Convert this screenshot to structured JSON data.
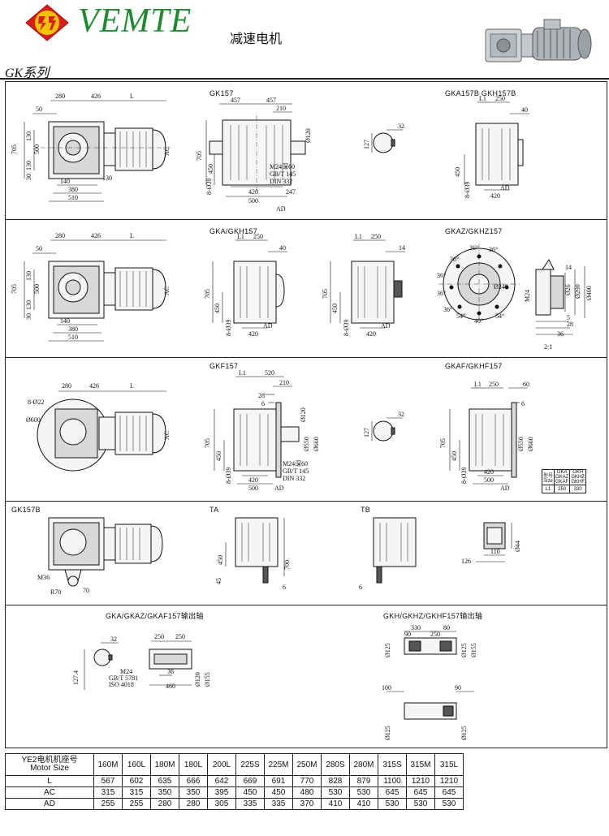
{
  "header": {
    "brand": "VEMTE",
    "product_type": "减速电机",
    "series_label": "GK系列",
    "logo_icon": "vemte-logo-icon",
    "brand_color": "#1d8a2f",
    "logo_red": "#d7201b",
    "logo_yellow": "#f3c300"
  },
  "views": {
    "gk157_main": {
      "dims": [
        "280",
        "426",
        "L",
        "50",
        "705",
        "130",
        "500",
        "130",
        "30",
        "140",
        "380",
        "510",
        "130",
        "AC"
      ]
    },
    "gk157": {
      "title": "GK157",
      "dims": [
        "457",
        "457",
        "210",
        "Ø120",
        "705",
        "450",
        "8-Ø39",
        "M24深60",
        "GB/T 145",
        "DIN 332",
        "420",
        "500",
        "247",
        "AD"
      ]
    },
    "gk157_key": {
      "dims": [
        "32",
        "127"
      ]
    },
    "gka157b": {
      "title": "GKA157B  GKH157B",
      "dims": [
        "L1",
        "250",
        "40",
        "450",
        "8-Ø39",
        "420",
        "AD"
      ]
    },
    "gka_main": {
      "dims": [
        "280",
        "426",
        "L",
        "50",
        "705",
        "130",
        "500",
        "130",
        "30",
        "140",
        "380",
        "510",
        "AC"
      ]
    },
    "gka_gkh157": {
      "title": "GKA/GKH157",
      "dims": [
        "L1",
        "250",
        "40",
        "705",
        "450",
        "8-Ø39",
        "420",
        "AD"
      ]
    },
    "gka_mid": {
      "dims": [
        "L1",
        "250",
        "14",
        "705",
        "450",
        "8-Ø39",
        "420",
        "AD"
      ]
    },
    "gkaz_gkhz157": {
      "title": "GKAZ/GKHZ157",
      "dims": [
        "36°",
        "36°",
        "36°",
        "36°",
        "36°",
        "36°",
        "54°",
        "54°",
        "40°",
        "Ø340",
        "M24",
        "14",
        "Ø26",
        "Ø290",
        "Ø400",
        "5",
        "28",
        "36",
        "2:1"
      ]
    },
    "gkf_main": {
      "dims": [
        "280",
        "426",
        "L",
        "8-Ø22",
        "Ø600",
        "AC"
      ]
    },
    "gkf157": {
      "title": "GKF157",
      "dims": [
        "L1",
        "520",
        "28",
        "6",
        "210",
        "Ø120",
        "Ø550",
        "Ø660",
        "705",
        "450",
        "8-Ø39",
        "M24深60",
        "GB/T 145",
        "DIN 332",
        "420",
        "500",
        "AD"
      ]
    },
    "gkf_key": {
      "dims": [
        "32",
        "127"
      ]
    },
    "gkaf_gkhf157": {
      "title": "GKAF/GKHF157",
      "dims": [
        "L1",
        "250",
        "60",
        "6",
        "Ø550",
        "Ø660",
        "705",
        "450",
        "8-Ø39",
        "420",
        "500",
        "AD"
      ]
    },
    "gk157b": {
      "title": "GK157B",
      "dims": [
        "M36",
        "R70",
        "70"
      ]
    },
    "ta": {
      "title": "TA",
      "dims": [
        "450",
        "700",
        "45",
        "6"
      ]
    },
    "tb": {
      "title": "TB",
      "dims": [
        "6"
      ]
    },
    "tb_detail": {
      "dims": [
        "110",
        "126",
        "Ø44"
      ]
    },
    "shaft_hollow": {
      "title": "GKA/GKAZ/GKAF157输出轴",
      "dims": [
        "32",
        "127.4",
        "250",
        "250",
        "M24",
        "GB/T 5781",
        "ISO 4018",
        "36",
        "460",
        "Ø120",
        "Ø155"
      ]
    },
    "shaft_solid": {
      "title": "GKH/GKHZ/GKHF157输出轴",
      "dims": [
        "330",
        "250",
        "80",
        "90",
        "Ø125",
        "Ø125",
        "Ø155",
        "100",
        "90",
        "Ø125",
        "Ø125"
      ]
    }
  },
  "l1_note": {
    "rows": [
      [
        "型号\nSize",
        "GKA\nGKAZ\nGKAF",
        "GKH\nGKHZ\nGKHF"
      ],
      [
        "L1",
        "250",
        "330"
      ]
    ]
  },
  "motor_table": {
    "header": "YE2电机机座号\nMotor Size",
    "sizes": [
      "160M",
      "160L",
      "180M",
      "180L",
      "200L",
      "225S",
      "225M",
      "250M",
      "280S",
      "280M",
      "315S",
      "315M",
      "315L"
    ],
    "rows": [
      {
        "label": "L",
        "values": [
          "567",
          "602",
          "635",
          "666",
          "642",
          "669",
          "691",
          "770",
          "828",
          "879",
          "1100",
          "1210",
          "1210"
        ]
      },
      {
        "label": "AC",
        "values": [
          "315",
          "315",
          "350",
          "350",
          "395",
          "450",
          "450",
          "480",
          "530",
          "530",
          "645",
          "645",
          "645"
        ]
      },
      {
        "label": "AD",
        "values": [
          "255",
          "255",
          "280",
          "280",
          "305",
          "335",
          "335",
          "370",
          "410",
          "410",
          "530",
          "530",
          "530"
        ]
      }
    ]
  }
}
